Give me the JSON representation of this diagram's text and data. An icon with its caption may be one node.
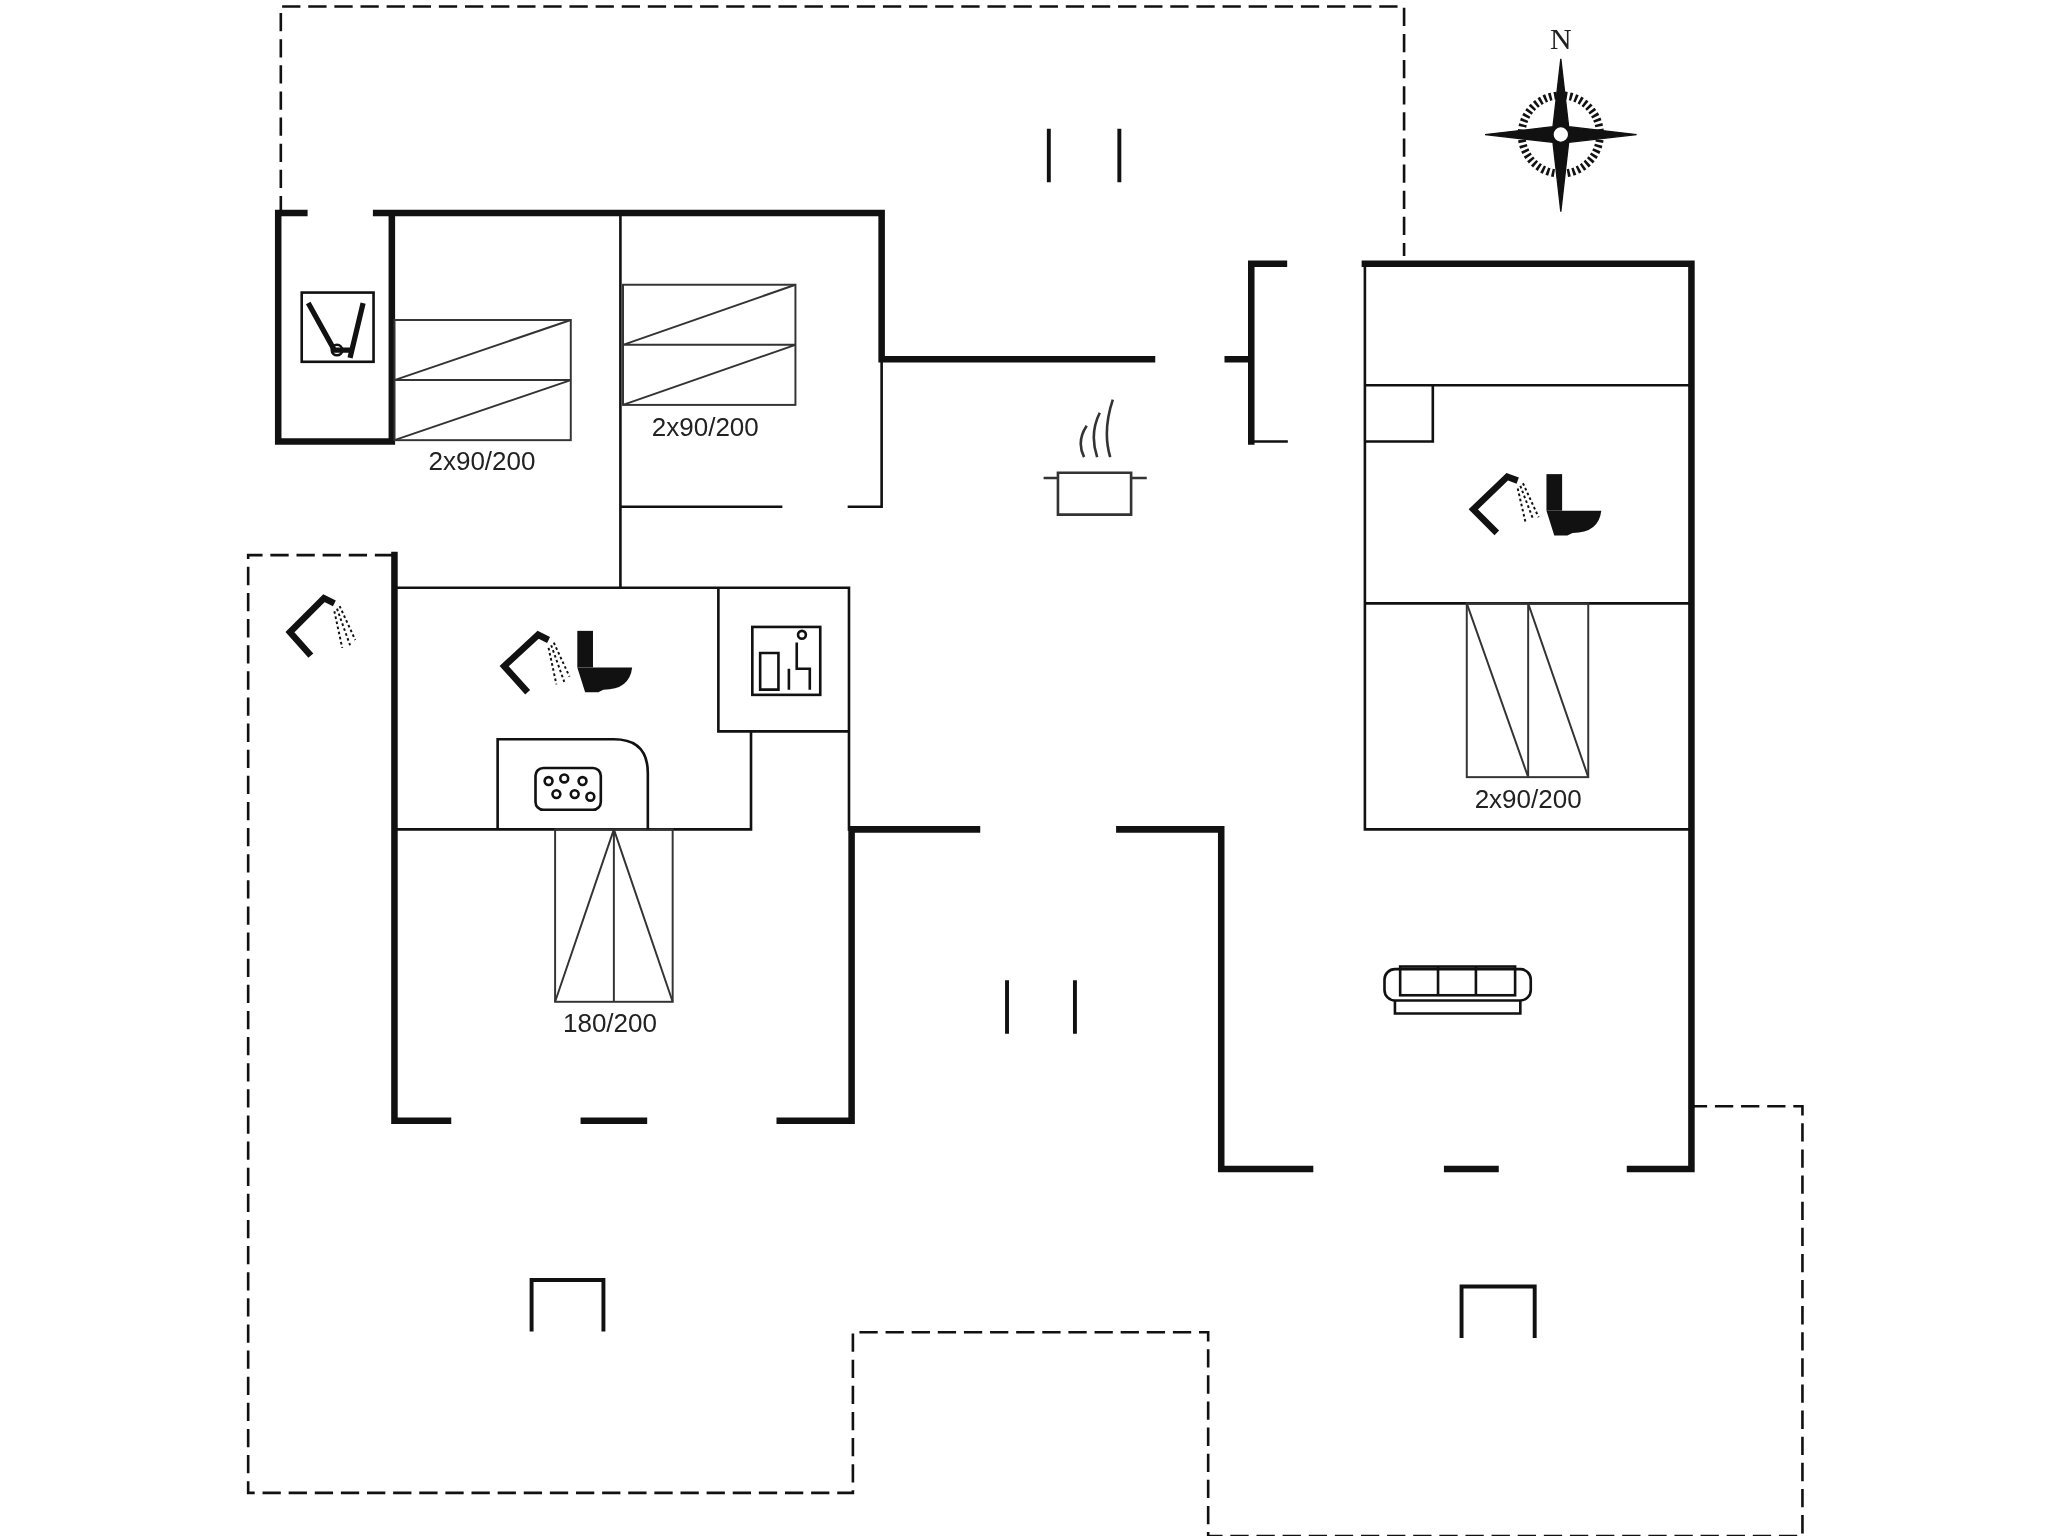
{
  "diagram": {
    "labels": [
      "N",
      "2x90/200",
      "2x90/200",
      "2x90/200",
      "180/200"
    ]
  }
}
